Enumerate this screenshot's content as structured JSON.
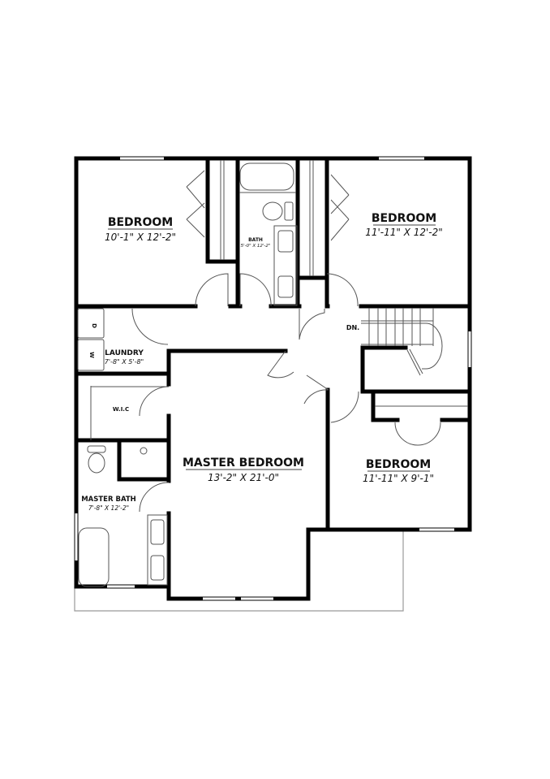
{
  "rooms": {
    "bedroom_nw": {
      "name": "BEDROOM",
      "size": "10'-1\" X 12'-2\""
    },
    "bath": {
      "name": "BATH",
      "size": "5'-0\" X 12'-2\""
    },
    "bedroom_ne": {
      "name": "BEDROOM",
      "size": "11'-11\" X 12'-2\""
    },
    "laundry": {
      "name": "LAUNDRY",
      "size": "7'-8\" X 5'-8\""
    },
    "wic": {
      "name": "W.I.C"
    },
    "master_bedroom": {
      "name": "MASTER BEDROOM",
      "size": "13'-2\" X 21'-0\""
    },
    "bedroom_se": {
      "name": "BEDROOM",
      "size": "11'-11\" X 9'-1\""
    },
    "master_bath": {
      "name": "MASTER BATH",
      "size": "7'-8\" X 12'-2\""
    }
  },
  "fixtures": {
    "dryer": "D",
    "washer": "W"
  },
  "stairs": {
    "label": "DN."
  }
}
